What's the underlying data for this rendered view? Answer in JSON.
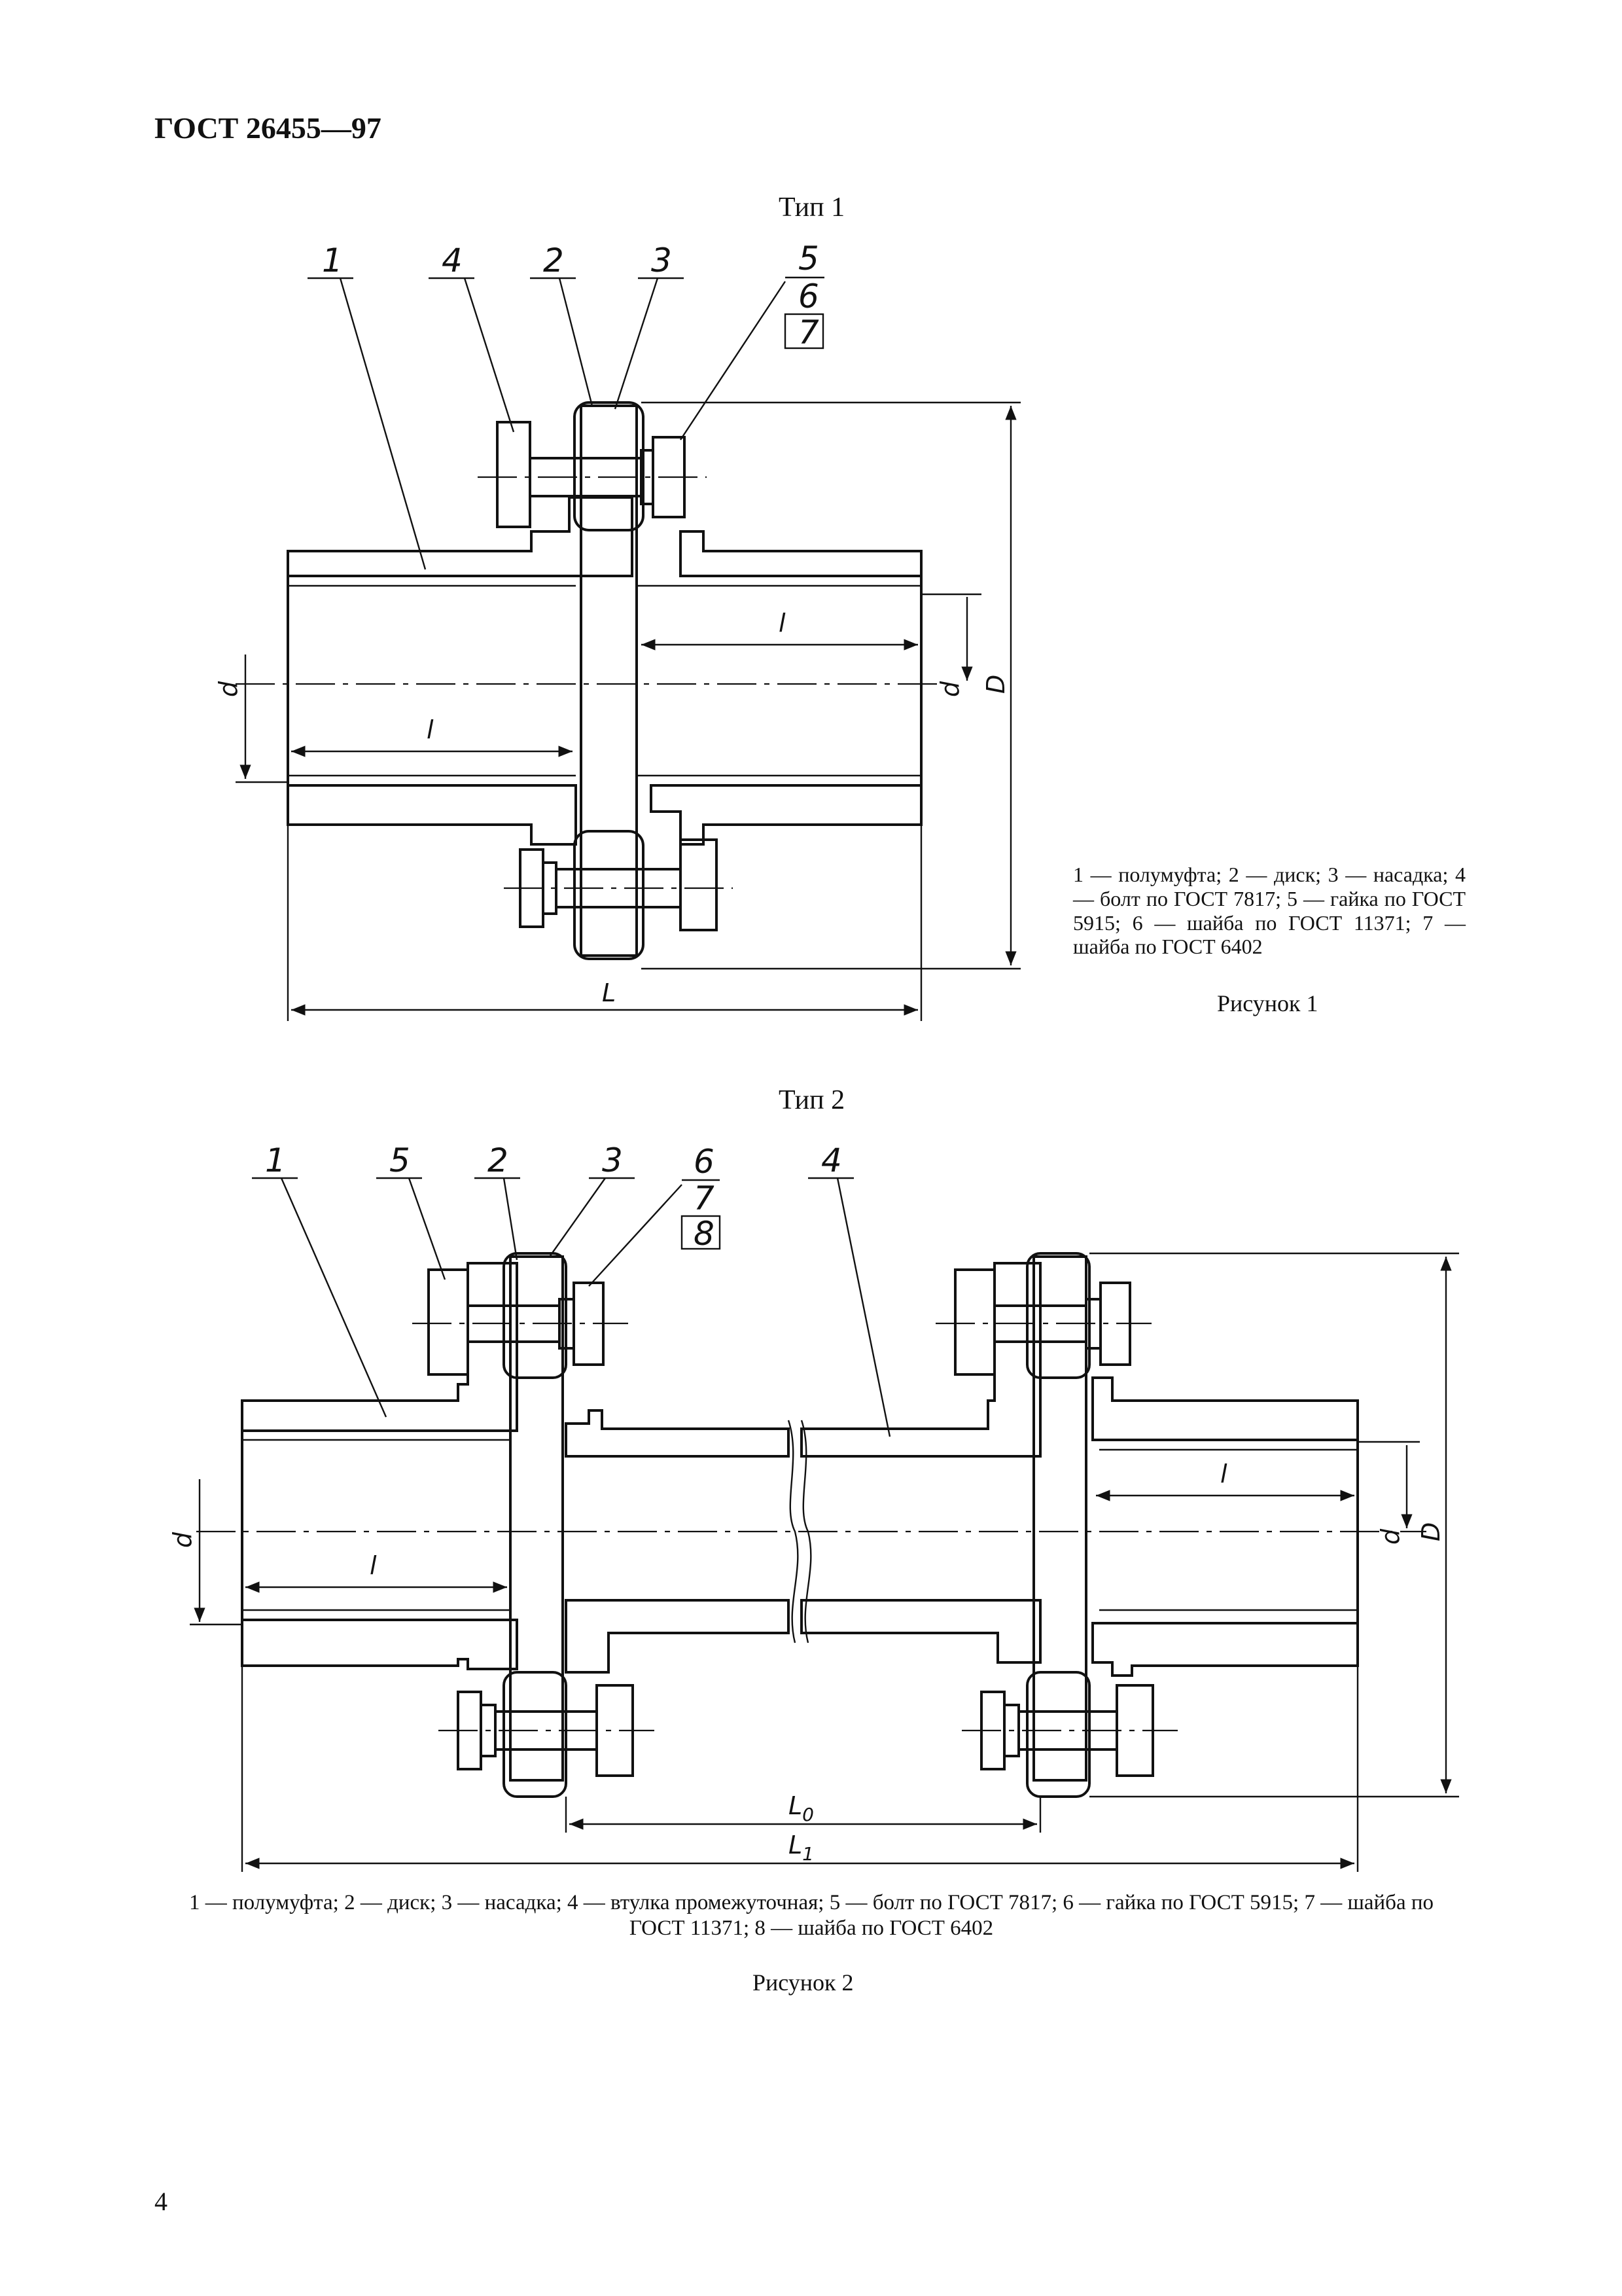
{
  "header": {
    "title": "ГОСТ 26455—97"
  },
  "figure1": {
    "type_label": "Тип 1",
    "caption": "Рисунок 1",
    "legend": "1 — полумуфта; 2 — диск; 3 — насадка; 4 — болт по ГОСТ 7817; 5 — гайка по ГОСТ 5915; 6 — шайба по ГОСТ 11371; 7 — шайба по ГОСТ 6402",
    "leader_labels": [
      "1",
      "4",
      "2",
      "3",
      "5",
      "6",
      "7"
    ],
    "dimensions": {
      "d": "d",
      "D": "D",
      "l": "l",
      "L": "L"
    }
  },
  "figure2": {
    "type_label": "Тип 2",
    "caption": "Рисунок 2",
    "legend": "1 — полумуфта; 2 — диск; 3 — насадка; 4 — втулка промежуточная; 5 — болт по ГОСТ 7817; 6 — гайка по ГОСТ 5915; 7 — шайба по ГОСТ 11371; 8 — шайба по ГОСТ 6402",
    "leader_labels": [
      "1",
      "5",
      "2",
      "3",
      "6",
      "7",
      "8",
      "4"
    ],
    "dimensions": {
      "d": "d",
      "D": "D",
      "l": "l",
      "L": "L",
      "sub0": "0",
      "sub1": "1"
    }
  },
  "page_number": "4"
}
